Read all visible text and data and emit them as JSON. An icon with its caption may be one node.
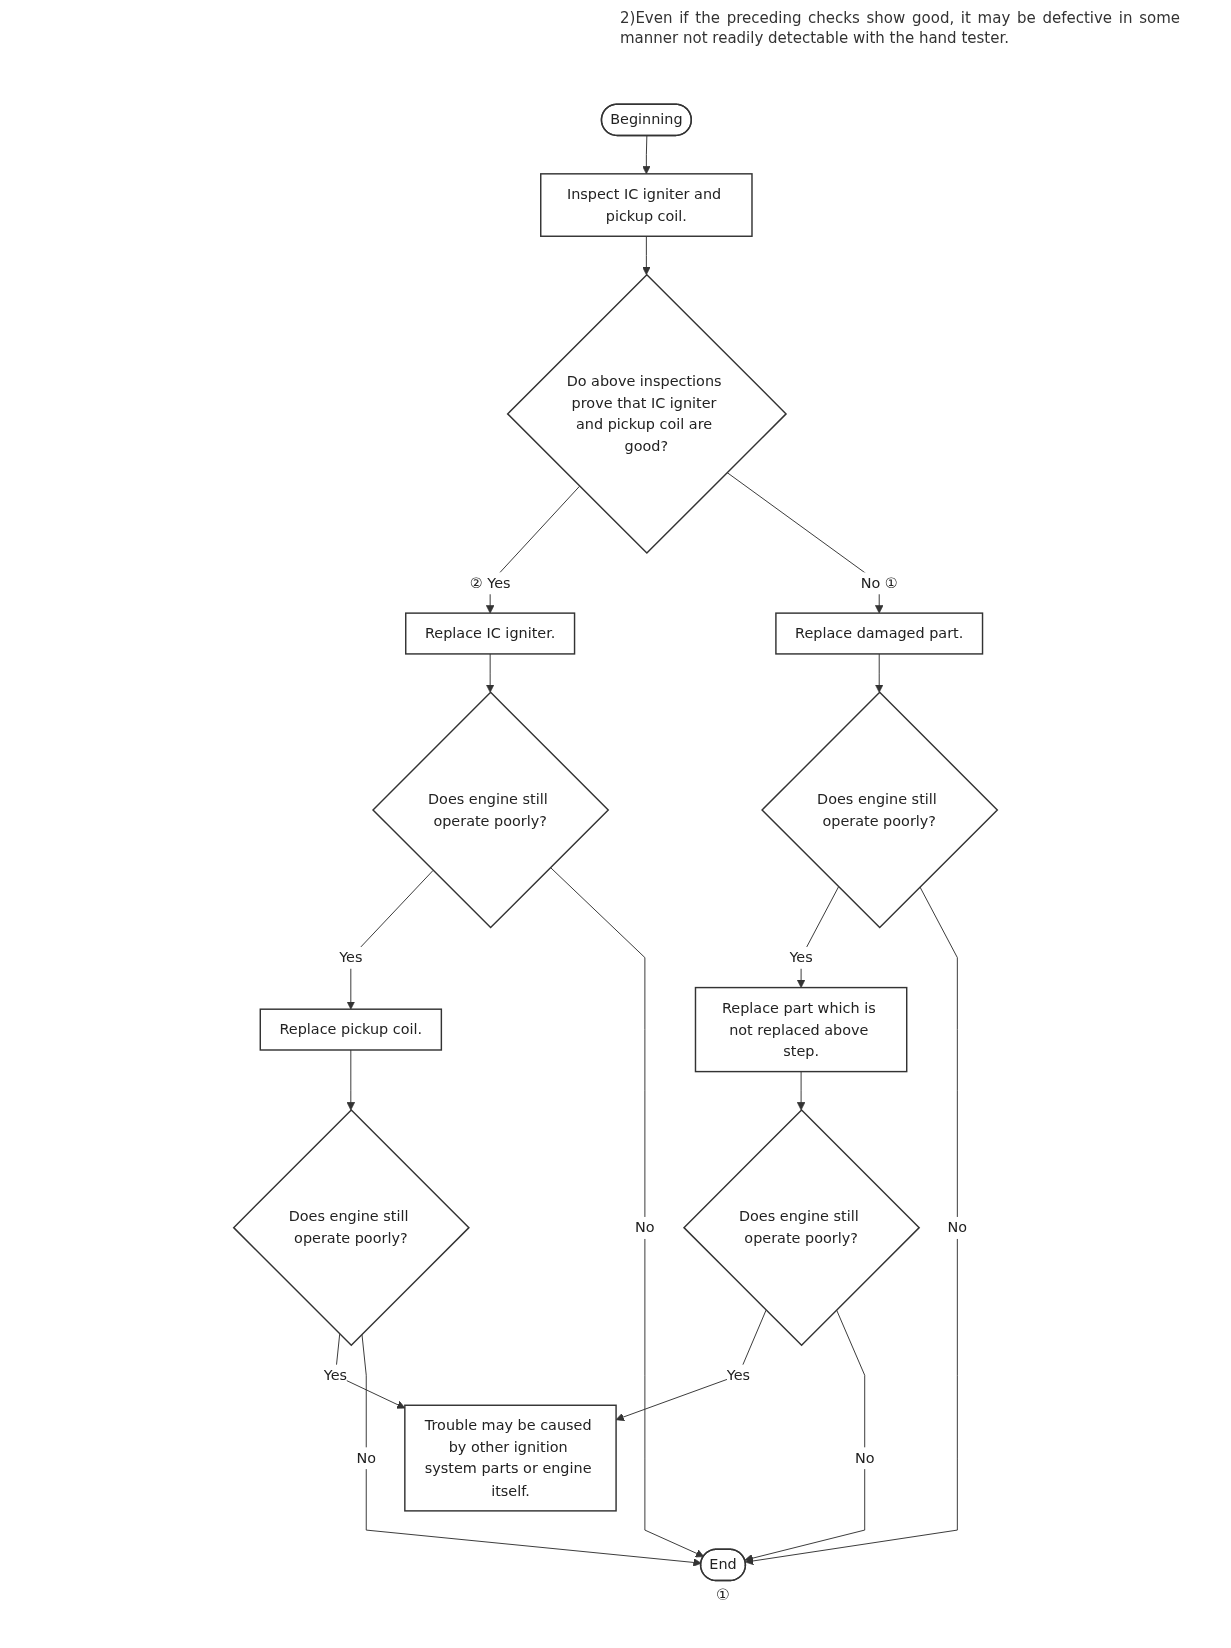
{
  "diagram": {
    "nodes": [
      {
        "text": [
          "Beginning"
        ]
      },
      {
        "text": [
          "Inspect IC igniter and pickup coil."
        ]
      },
      {
        "text": [
          "Do above inspections prove that IC igniter and pickup coil are good?"
        ]
      },
      {
        "text": [
          "Replace IC igniter."
        ]
      },
      {
        "text": [
          "Does engine still operate poorly?"
        ]
      },
      {
        "text": [
          "Replace pickup coil."
        ]
      },
      {
        "text": [
          "Does engine still operate poorly?"
        ]
      },
      {
        "text": [
          "Replace damaged part."
        ]
      },
      {
        "text": [
          "Does engine still operate poorly?"
        ]
      },
      {
        "text": [
          "Replace part which is not replaced above step."
        ]
      },
      {
        "text": [
          "Does engine still operate poorly?"
        ]
      },
      {
        "text": [
          "Trouble may be caused by other ignition system parts or engine itself."
        ]
      },
      {
        "text": [
          "End"
        ],
        "beside": [
          "①"
        ]
      }
    ],
    "edges": [
      {
        "from": 0,
        "to": 1,
        "arrow": "to"
      },
      {
        "from": 1,
        "to": 2,
        "arrow": "to"
      },
      {
        "from": 2,
        "to": 3,
        "arrow": "to",
        "label": "② Yes"
      },
      {
        "from": 2,
        "to": 7,
        "arrow": "to",
        "label": "No ①"
      },
      {
        "from": 3,
        "to": 4,
        "arrow": "to"
      },
      {
        "from": 4,
        "to": 5,
        "arrow": "to",
        "label": "Yes"
      },
      {
        "from": 4,
        "to": 12,
        "arrow": "to",
        "label": "No"
      },
      {
        "from": 5,
        "to": 6,
        "arrow": "to"
      },
      {
        "from": 6,
        "to": 11,
        "arrow": "to",
        "label": "Yes"
      },
      {
        "from": 6,
        "to": 12,
        "arrow": "to",
        "label": "No"
      },
      {
        "from": 7,
        "to": 8,
        "arrow": "to"
      },
      {
        "from": 8,
        "to": 9,
        "arrow": "to",
        "label": "Yes"
      },
      {
        "from": 8,
        "to": 12,
        "arrow": "to",
        "label": "No"
      },
      {
        "from": 9,
        "to": 10,
        "arrow": "to"
      },
      {
        "from": 10,
        "to": 11,
        "arrow": "to",
        "label": "Yes"
      },
      {
        "from": 10,
        "to": 12,
        "arrow": "to",
        "label": "No"
      }
    ],
    "labels": [
      "2)Even if the preceding checks show good, it may be defective in some manner not readily detectable with the hand tester."
    ]
  }
}
